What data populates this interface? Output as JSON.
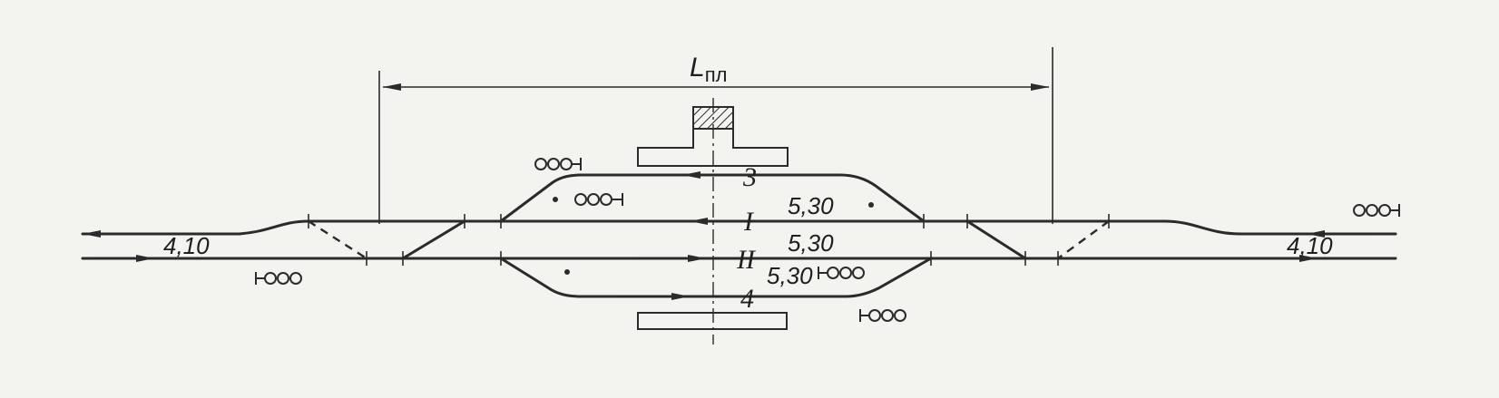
{
  "title": {
    "main": "L",
    "subscript": "пл"
  },
  "tracks": {
    "t3": "3",
    "tI": "I",
    "tII": "II",
    "t4": "4"
  },
  "dimensions": {
    "left_main": "4,10",
    "right_main": "4,10",
    "track3_right": "5,30",
    "trackI_right": "5,30",
    "trackII_right": "5,30"
  },
  "icons": {
    "signal": "signal-icon",
    "station": "station-building-icon",
    "arrow": "arrow-icon"
  },
  "colors": {
    "ink": "#2b2b2b",
    "paper": "#f3f3ef"
  }
}
